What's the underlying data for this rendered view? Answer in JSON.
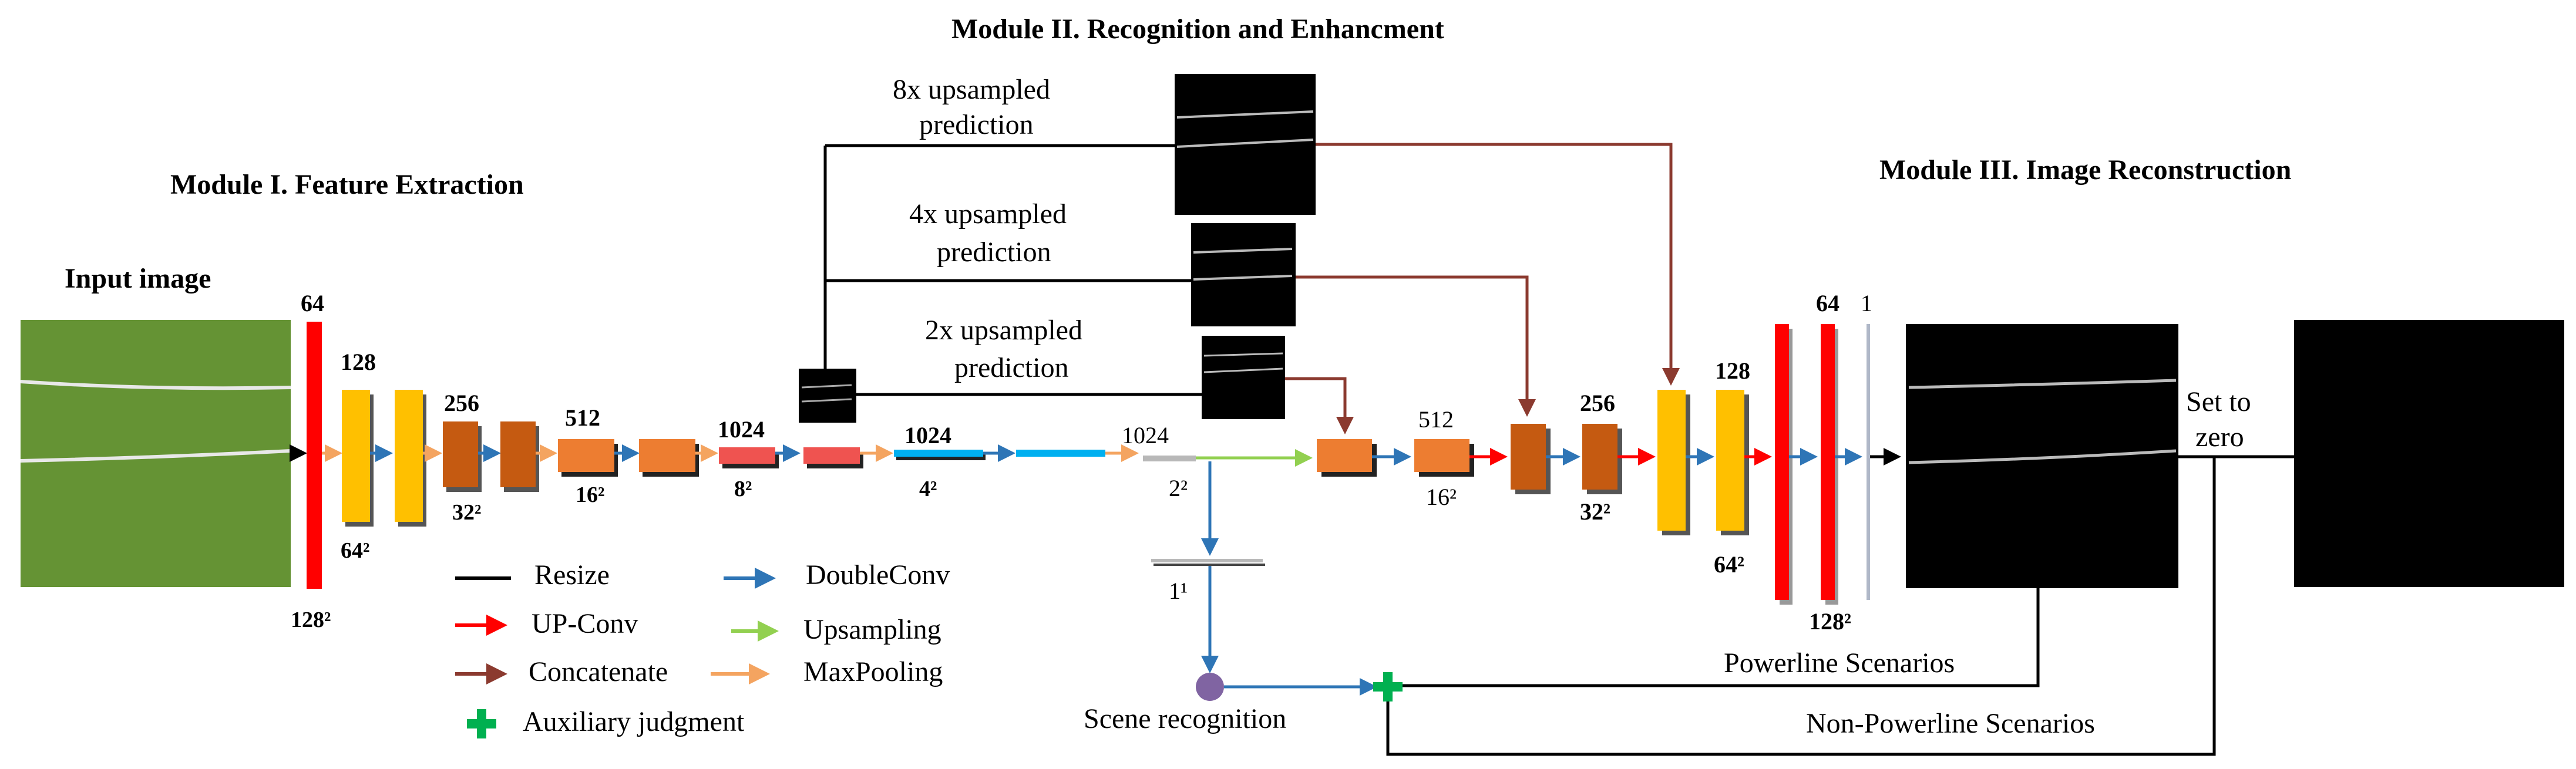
{
  "titles": {
    "module1": "Module I. Feature Extraction",
    "module2": "Module II. Recognition and Enhancment",
    "module3": "Module III. Image Reconstruction",
    "input": "Input image"
  },
  "encoder_labels": {
    "c64": "64",
    "c128": "128",
    "c256": "256",
    "c512": "512",
    "c1024a": "1024",
    "c1024b": "1024",
    "s128": "128²",
    "s64": "64²",
    "s32": "32²",
    "s16": "16²",
    "s8": "8²",
    "s4": "4²"
  },
  "bottleneck_labels": {
    "c1024": "1024",
    "s2": "2²",
    "s1": "1¹"
  },
  "decoder_labels": {
    "c512": "512",
    "c256": "256",
    "c128": "128",
    "c64": "64",
    "c1": "1",
    "s16": "16²",
    "s32": "32²",
    "s64": "64²",
    "s128": "128²"
  },
  "predictions": {
    "p8_line1": "8x upsampled",
    "p8_line2": "prediction",
    "p4_line1": "4x upsampled",
    "p4_line2": "prediction",
    "p2_line1": "2x upsampled",
    "p2_line2": "prediction"
  },
  "legend": {
    "resize": "Resize",
    "upconv": "UP-Conv",
    "concatenate": "Concatenate",
    "auxiliary": "Auxiliary judgment",
    "doubleconv": "DoubleConv",
    "upsampling": "Upsampling",
    "maxpooling": "MaxPooling"
  },
  "flow_labels": {
    "scene_recognition": "Scene recognition",
    "powerline": "Powerline Scenarios",
    "non_powerline": "Non-Powerline Scenarios",
    "set_to_1": "Set to",
    "set_to_2": "zero"
  },
  "colors": {
    "red": "#ff0000",
    "yellow": "#ffc000",
    "brown": "#c55a11",
    "orange": "#ed7d31",
    "blue": "#2e75b6",
    "cyan": "#00b0f0",
    "green": "#92d050",
    "dark_red": "#8b3a2f",
    "legend_orange": "#f4a460",
    "purple": "#8064a2",
    "plus_green": "#00b050",
    "grass": "#5a8a2e"
  }
}
